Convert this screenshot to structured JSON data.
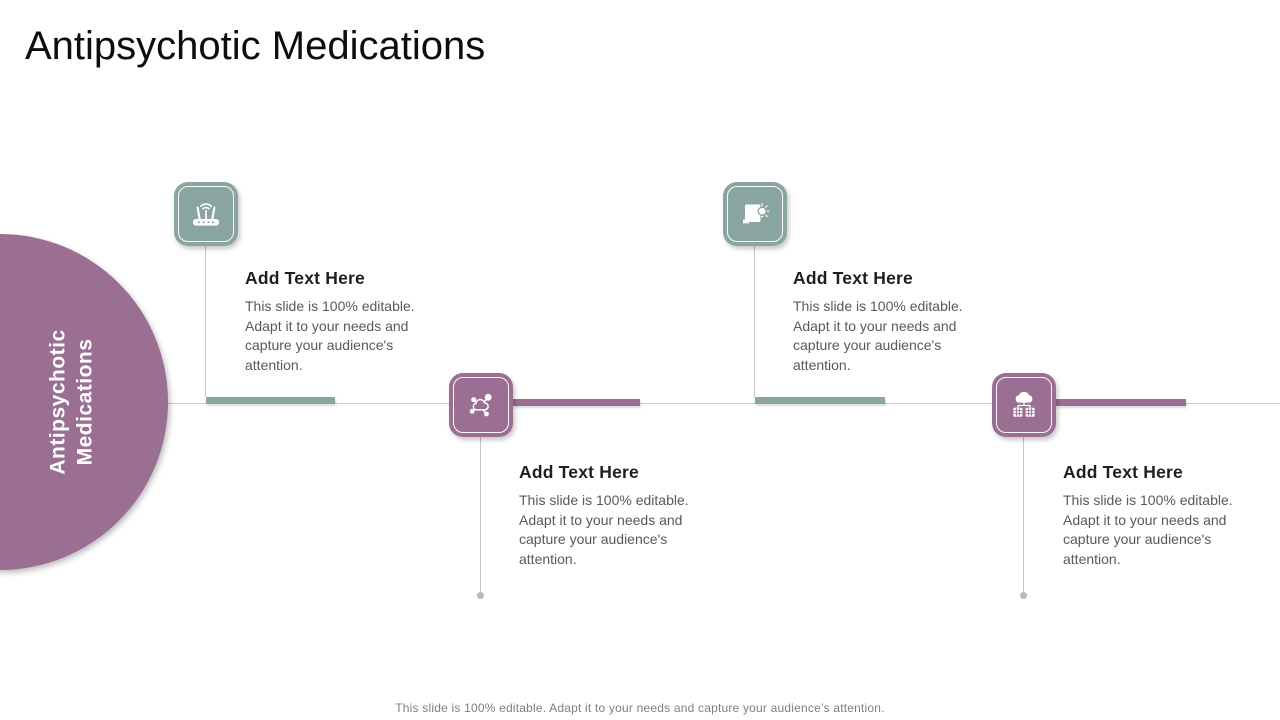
{
  "slide": {
    "title": "Antipsychotic Medications",
    "circle_label": {
      "line1": "Antipsychotic",
      "line2": "Medications"
    },
    "footer": "This slide is 100% editable. Adapt it to your needs and capture your audience’s attention.",
    "colors": {
      "sage": "#8AA5A1",
      "purple": "#9A6F92",
      "connector_gray": "#C6C6C6",
      "heading_text": "#1F1F1F",
      "body_text": "#595959",
      "footer_text": "#7F7F7F"
    }
  },
  "items": [
    {
      "icon": "wifi-router-icon",
      "accent": "sage",
      "heading": "Add Text Here",
      "body": "This slide is 100% editable. Adapt it to your needs and capture your audience's attention."
    },
    {
      "icon": "idea-book-icon",
      "accent": "sage",
      "heading": "Add Text Here",
      "body": "This slide is 100% editable. Adapt it to your needs and capture your audience's attention."
    },
    {
      "icon": "network-molecule-icon",
      "accent": "purple",
      "heading": "Add Text Here",
      "body": "This slide is 100% editable. Adapt it to your needs and capture your audience's attention."
    },
    {
      "icon": "cloud-server-icon",
      "accent": "purple",
      "heading": "Add Text Here",
      "body": "This slide is 100% editable. Adapt it to your needs and capture your audience's attention."
    }
  ]
}
